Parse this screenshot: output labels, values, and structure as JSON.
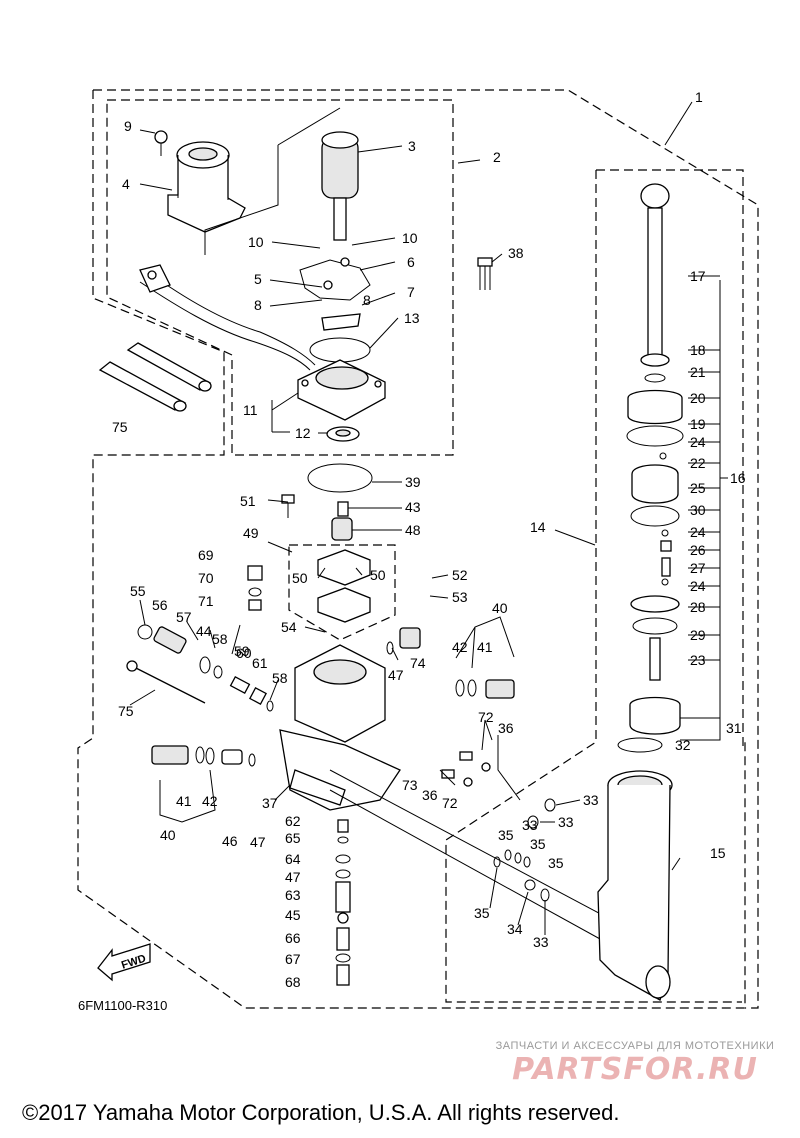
{
  "diagram_code": "6FM1100-R310",
  "fwd_label": "FWD",
  "copyright": "©2017 Yamaha Motor Corporation, U.S.A. All rights reserved.",
  "watermark": {
    "top_text": "ЗАПЧАСТИ И АКСЕССУАРЫ ДЛЯ МОТОТЕХНИКИ",
    "logo_text": "PARTSFOR.RU"
  },
  "callouts": [
    "1",
    "2",
    "3",
    "4",
    "5",
    "6",
    "7",
    "8",
    "8",
    "9",
    "10",
    "10",
    "11",
    "12",
    "13",
    "14",
    "15",
    "16",
    "17",
    "18",
    "19",
    "20",
    "21",
    "22",
    "23",
    "24",
    "24",
    "24",
    "25",
    "26",
    "27",
    "28",
    "29",
    "30",
    "31",
    "32",
    "33",
    "33",
    "33",
    "33",
    "34",
    "35",
    "35",
    "35",
    "35",
    "36",
    "36",
    "37",
    "38",
    "39",
    "40",
    "40",
    "41",
    "41",
    "42",
    "42",
    "43",
    "44",
    "45",
    "46",
    "47",
    "47",
    "47",
    "48",
    "49",
    "50",
    "50",
    "51",
    "52",
    "53",
    "54",
    "55",
    "56",
    "57",
    "58",
    "58",
    "59",
    "60",
    "61",
    "62",
    "63",
    "64",
    "65",
    "66",
    "67",
    "68",
    "69",
    "70",
    "71",
    "72",
    "72",
    "73",
    "74",
    "75",
    "75"
  ]
}
